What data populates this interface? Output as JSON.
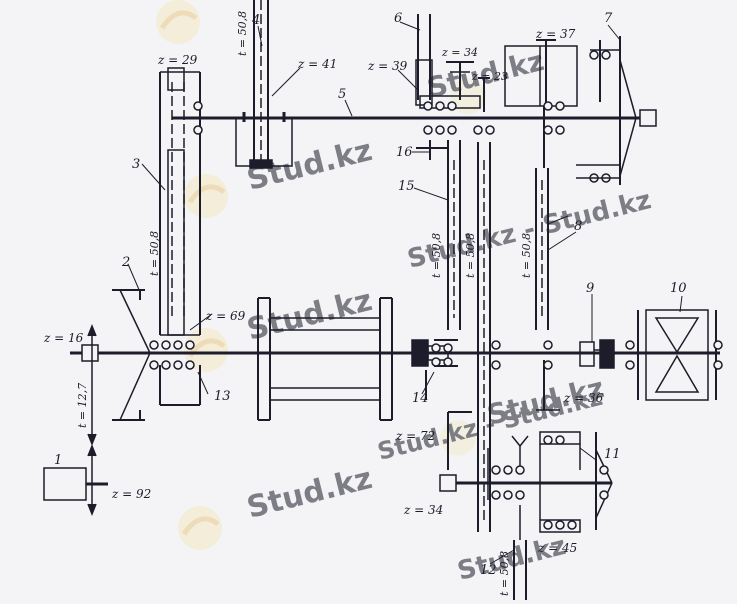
{
  "labels": {
    "c1": "1",
    "c2": "2",
    "c3": "3",
    "c4": "4",
    "c5": "5",
    "c6": "6",
    "c7": "7",
    "c8": "8",
    "c9": "9",
    "c10": "10",
    "c11": "11",
    "c12": "12",
    "c13": "13",
    "c14": "14",
    "c15": "15",
    "c16": "16"
  },
  "annotations": {
    "z29": "z = 29",
    "t508_top": "t = 50,8",
    "z41": "z = 41",
    "z39": "z = 39",
    "z34_top": "z = 34",
    "z23": "z = 23",
    "z37": "z = 37",
    "t508_left": "t = 50,8",
    "z69": "z = 69",
    "z16": "z = 16",
    "t127": "t = 12,7",
    "z92": "z = 92",
    "t508_mid1": "t = 50,8",
    "t508_mid2": "t = 50,8",
    "t508_mid3": "t = 50,8",
    "z36": "z = 36",
    "z72": "z = 72",
    "z34_bot": "z = 34",
    "z45": "z = 45",
    "t508_bot": "t = 50,8"
  },
  "watermark": {
    "text": "Stud.kz",
    "text_dash": "Stud.kz - Stud.kz"
  },
  "colors": {
    "ink": "#1c1c2a",
    "paper": "#f4f4f6",
    "watermark": "#c9c9d6",
    "logo_yellow": "#f1dc86"
  }
}
